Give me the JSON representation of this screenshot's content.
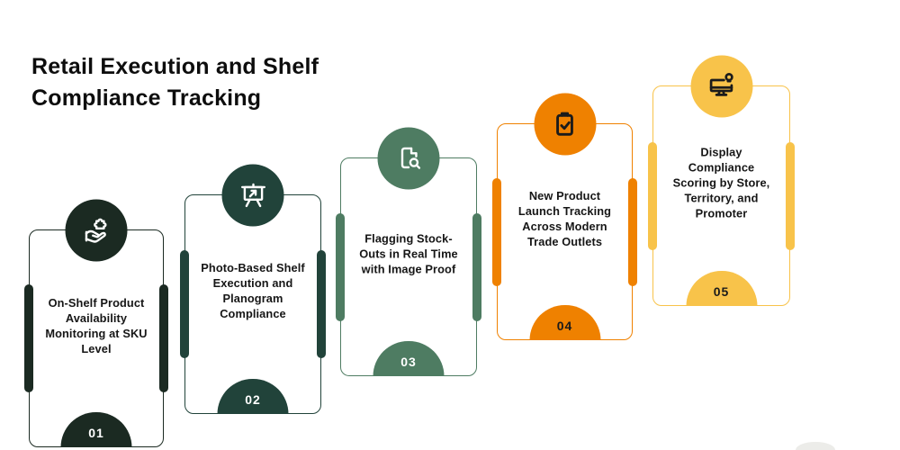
{
  "header": {
    "title": "Retail Execution and Shelf\nCompliance Tracking",
    "title_color": "#0d0d0d"
  },
  "steps": [
    {
      "number": "01",
      "label": "On-Shelf Product Availability Monitoring at SKU Level",
      "color": "#1B2A22",
      "icon": "hand-holding-puzzle-icon",
      "icon_color": "#FFFFFF",
      "number_color": "#FFFFFF"
    },
    {
      "number": "02",
      "label": "Photo-Based Shelf Execution and Planogram Compliance",
      "color": "#21433A",
      "icon": "presentation-board-arrow-icon",
      "icon_color": "#FFFFFF",
      "number_color": "#FFFFFF"
    },
    {
      "number": "03",
      "label": "Flagging Stock-Outs in Real Time with Image Proof",
      "color": "#4E7C62",
      "icon": "document-search-icon",
      "icon_color": "#FFFFFF",
      "number_color": "#FFFFFF"
    },
    {
      "number": "04",
      "label": "New Product Launch Tracking Across Modern Trade Outlets",
      "color": "#EF8100",
      "icon": "clipboard-check-icon",
      "icon_color": "#1B1B1B",
      "number_color": "#1B1B1B"
    },
    {
      "number": "05",
      "label": "Display Compliance Scoring by Store, Territory, and Promoter",
      "color": "#F8C34A",
      "icon": "monitor-lightbulb-icon",
      "icon_color": "#1B1B1B",
      "number_color": "#1B1B1B"
    }
  ],
  "decor": {
    "ellipse_color": "#ECECE9"
  }
}
